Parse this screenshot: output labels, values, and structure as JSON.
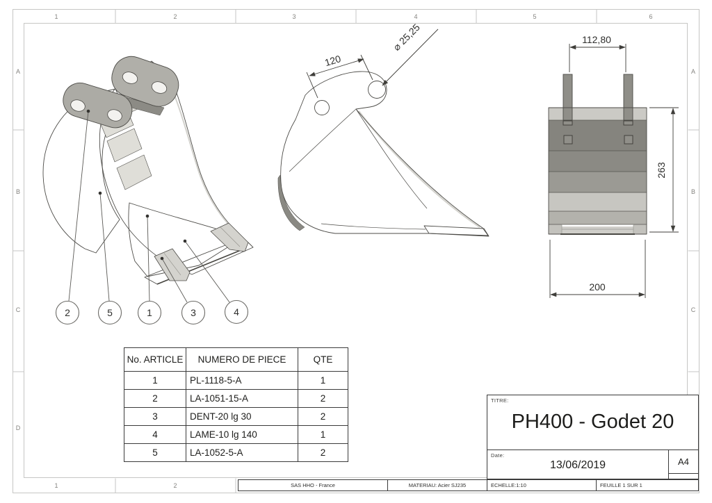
{
  "drawing": {
    "zones_top": [
      "1",
      "2",
      "3",
      "4",
      "5",
      "6"
    ],
    "zones_bottom": [
      "1",
      "2"
    ],
    "zones_left": [
      "A",
      "B",
      "C",
      "D"
    ],
    "zones_right": [
      "A",
      "B",
      "C"
    ]
  },
  "isometric_view": {
    "balloons": [
      {
        "label": "2"
      },
      {
        "label": "5"
      },
      {
        "label": "1"
      },
      {
        "label": "3"
      },
      {
        "label": "4"
      }
    ]
  },
  "side_view": {
    "dim_hole_spacing": "120",
    "dim_hole_diameter": "⌀ 25,25"
  },
  "front_view": {
    "dim_width_top": "112,80",
    "dim_height": "263",
    "dim_width_bottom": "200"
  },
  "parts_table": {
    "headers": {
      "article": "No. ARTICLE",
      "piece": "NUMERO DE PIECE",
      "qty": "QTE"
    },
    "rows": [
      {
        "no": "1",
        "piece": "PL-1118-5-A",
        "qte": "1"
      },
      {
        "no": "2",
        "piece": "LA-1051-15-A",
        "qte": "2"
      },
      {
        "no": "3",
        "piece": "DENT-20 lg 30",
        "qte": "2"
      },
      {
        "no": "4",
        "piece": "LAME-10 lg 140",
        "qte": "1"
      },
      {
        "no": "5",
        "piece": "LA-1052-5-A",
        "qte": "2"
      }
    ]
  },
  "title_block": {
    "titre_label": "TITRE:",
    "title": "PH400 - Godet 20",
    "date_label": "Date:",
    "date": "13/06/2019",
    "paper_size": "A4"
  },
  "info_strip": {
    "company": "SAS HHO - France",
    "material": "MATERIAU: Acier SJ235",
    "scale": "ECHELLE:1:10",
    "sheet": "FEUILLE 1 SUR 1"
  },
  "colors": {
    "steel_main": "#a7a6a0",
    "steel_dark": "#85847e",
    "steel_light": "#cbcac5",
    "cream_accent": "#dfded8",
    "line": "#4c4b47",
    "frame": "#c6c6c4"
  }
}
